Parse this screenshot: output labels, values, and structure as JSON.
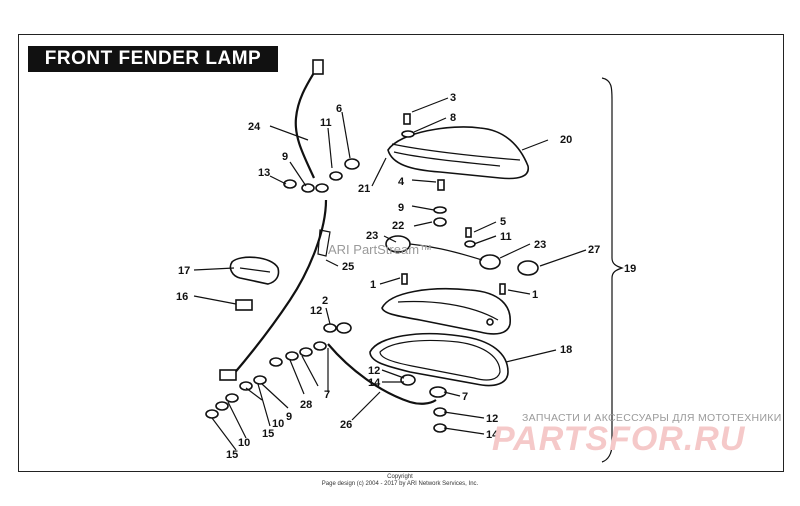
{
  "title": "FRONT FENDER LAMP",
  "callouts": [
    {
      "id": "c1",
      "text": "1"
    },
    {
      "id": "c1b",
      "text": "1"
    },
    {
      "id": "c2",
      "text": "2"
    },
    {
      "id": "c3",
      "text": "3"
    },
    {
      "id": "c4",
      "text": "4"
    },
    {
      "id": "c5",
      "text": "5"
    },
    {
      "id": "c6",
      "text": "6"
    },
    {
      "id": "c7",
      "text": "7"
    },
    {
      "id": "c7b",
      "text": "7"
    },
    {
      "id": "c8",
      "text": "8"
    },
    {
      "id": "c9",
      "text": "9"
    },
    {
      "id": "c9b",
      "text": "9"
    },
    {
      "id": "c9c",
      "text": "9"
    },
    {
      "id": "c10",
      "text": "10"
    },
    {
      "id": "c10b",
      "text": "10"
    },
    {
      "id": "c11",
      "text": "11"
    },
    {
      "id": "c11b",
      "text": "11"
    },
    {
      "id": "c12",
      "text": "12"
    },
    {
      "id": "c12b",
      "text": "12"
    },
    {
      "id": "c12c",
      "text": "12"
    },
    {
      "id": "c13",
      "text": "13"
    },
    {
      "id": "c14",
      "text": "14"
    },
    {
      "id": "c14b",
      "text": "14"
    },
    {
      "id": "c15",
      "text": "15"
    },
    {
      "id": "c15b",
      "text": "15"
    },
    {
      "id": "c16",
      "text": "16"
    },
    {
      "id": "c17",
      "text": "17"
    },
    {
      "id": "c18",
      "text": "18"
    },
    {
      "id": "c19",
      "text": "19"
    },
    {
      "id": "c20",
      "text": "20"
    },
    {
      "id": "c21",
      "text": "21"
    },
    {
      "id": "c22",
      "text": "22"
    },
    {
      "id": "c23",
      "text": "23"
    },
    {
      "id": "c23b",
      "text": "23"
    },
    {
      "id": "c24",
      "text": "24"
    },
    {
      "id": "c25",
      "text": "25"
    },
    {
      "id": "c26",
      "text": "26"
    },
    {
      "id": "c27",
      "text": "27"
    },
    {
      "id": "c28",
      "text": "28"
    }
  ],
  "watermark": "ARI PartStream™",
  "shop": {
    "tagline": "ЗАПЧАСТИ И АКСЕССУАРЫ ДЛЯ МОТОТЕХНИКИ",
    "logo": "PARTSFOR.RU"
  },
  "footer": {
    "line1": "Copyright",
    "line2": "Page design (c) 2004 - 2017 by ARI Network Services, Inc."
  }
}
